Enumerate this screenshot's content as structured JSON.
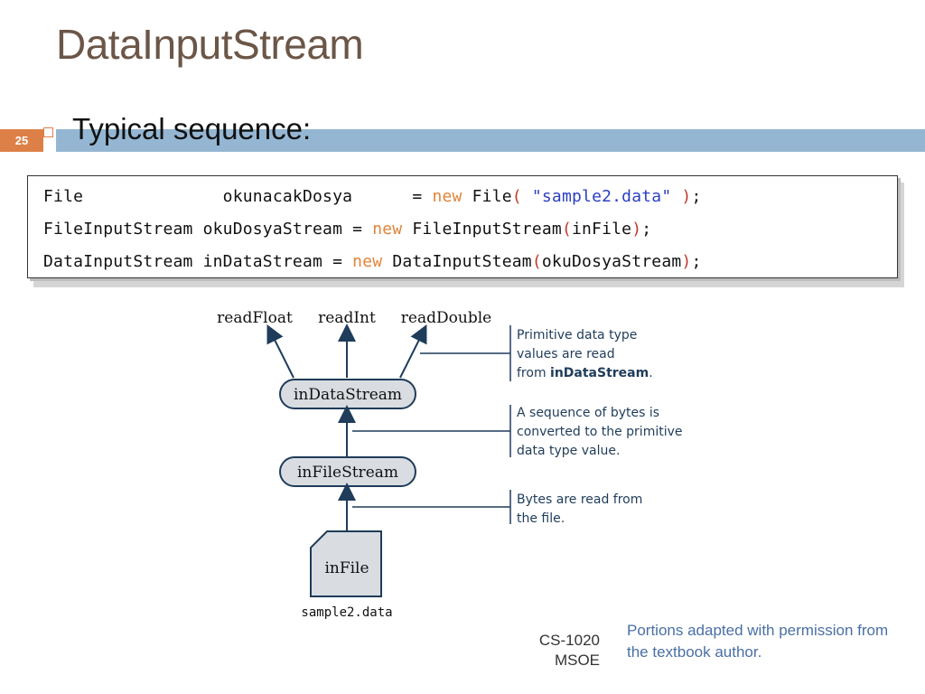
{
  "slide": {
    "title": "DataInputStream",
    "number": "25",
    "bullet": "Typical sequence:"
  },
  "code": {
    "line1": {
      "a": "File              okunacakDosya      = ",
      "kw": "new",
      "b": " File",
      "p1": "(",
      "s": " \"sample2.data\" ",
      "p2": ")",
      "end": ";"
    },
    "line2": {
      "a": "FileInputStream okuDosyaStream = ",
      "kw": "new",
      "b": " FileInputStream",
      "p1": "(",
      "arg": "inFile",
      "p2": ")",
      "end": ";"
    },
    "line3": {
      "a": "DataInputStream inDataStream = ",
      "kw": "new",
      "b": " DataInputSteam",
      "p1": "(",
      "arg": "okuDosyaStream",
      "p2": ")",
      "end": ";"
    }
  },
  "diagram": {
    "methods": [
      "readFloat",
      "readInt",
      "readDouble"
    ],
    "data_stream": "inDataStream",
    "file_stream": "inFileStream",
    "file": "inFile",
    "file_caption": "sample2.data",
    "note1": {
      "l1": "Primitive data type",
      "l2": "values are read",
      "l3a": "from ",
      "l3b": "inDataStream",
      "l3c": "."
    },
    "note2": {
      "l1": "A sequence of bytes is",
      "l2": "converted to the primitive",
      "l3": "data type value."
    },
    "note3": {
      "l1": "Bytes are read from",
      "l2": "the file."
    }
  },
  "footer": {
    "course_line1": "CS-1020",
    "course_line2": "MSOE",
    "credit": "Portions adapted with permission from the textbook author."
  },
  "colors": {
    "title": "#6b5647",
    "band": "#94b6d2",
    "accent": "#dd8047",
    "diagram_line": "#1f3c5a",
    "credit": "#4a6fa5"
  }
}
